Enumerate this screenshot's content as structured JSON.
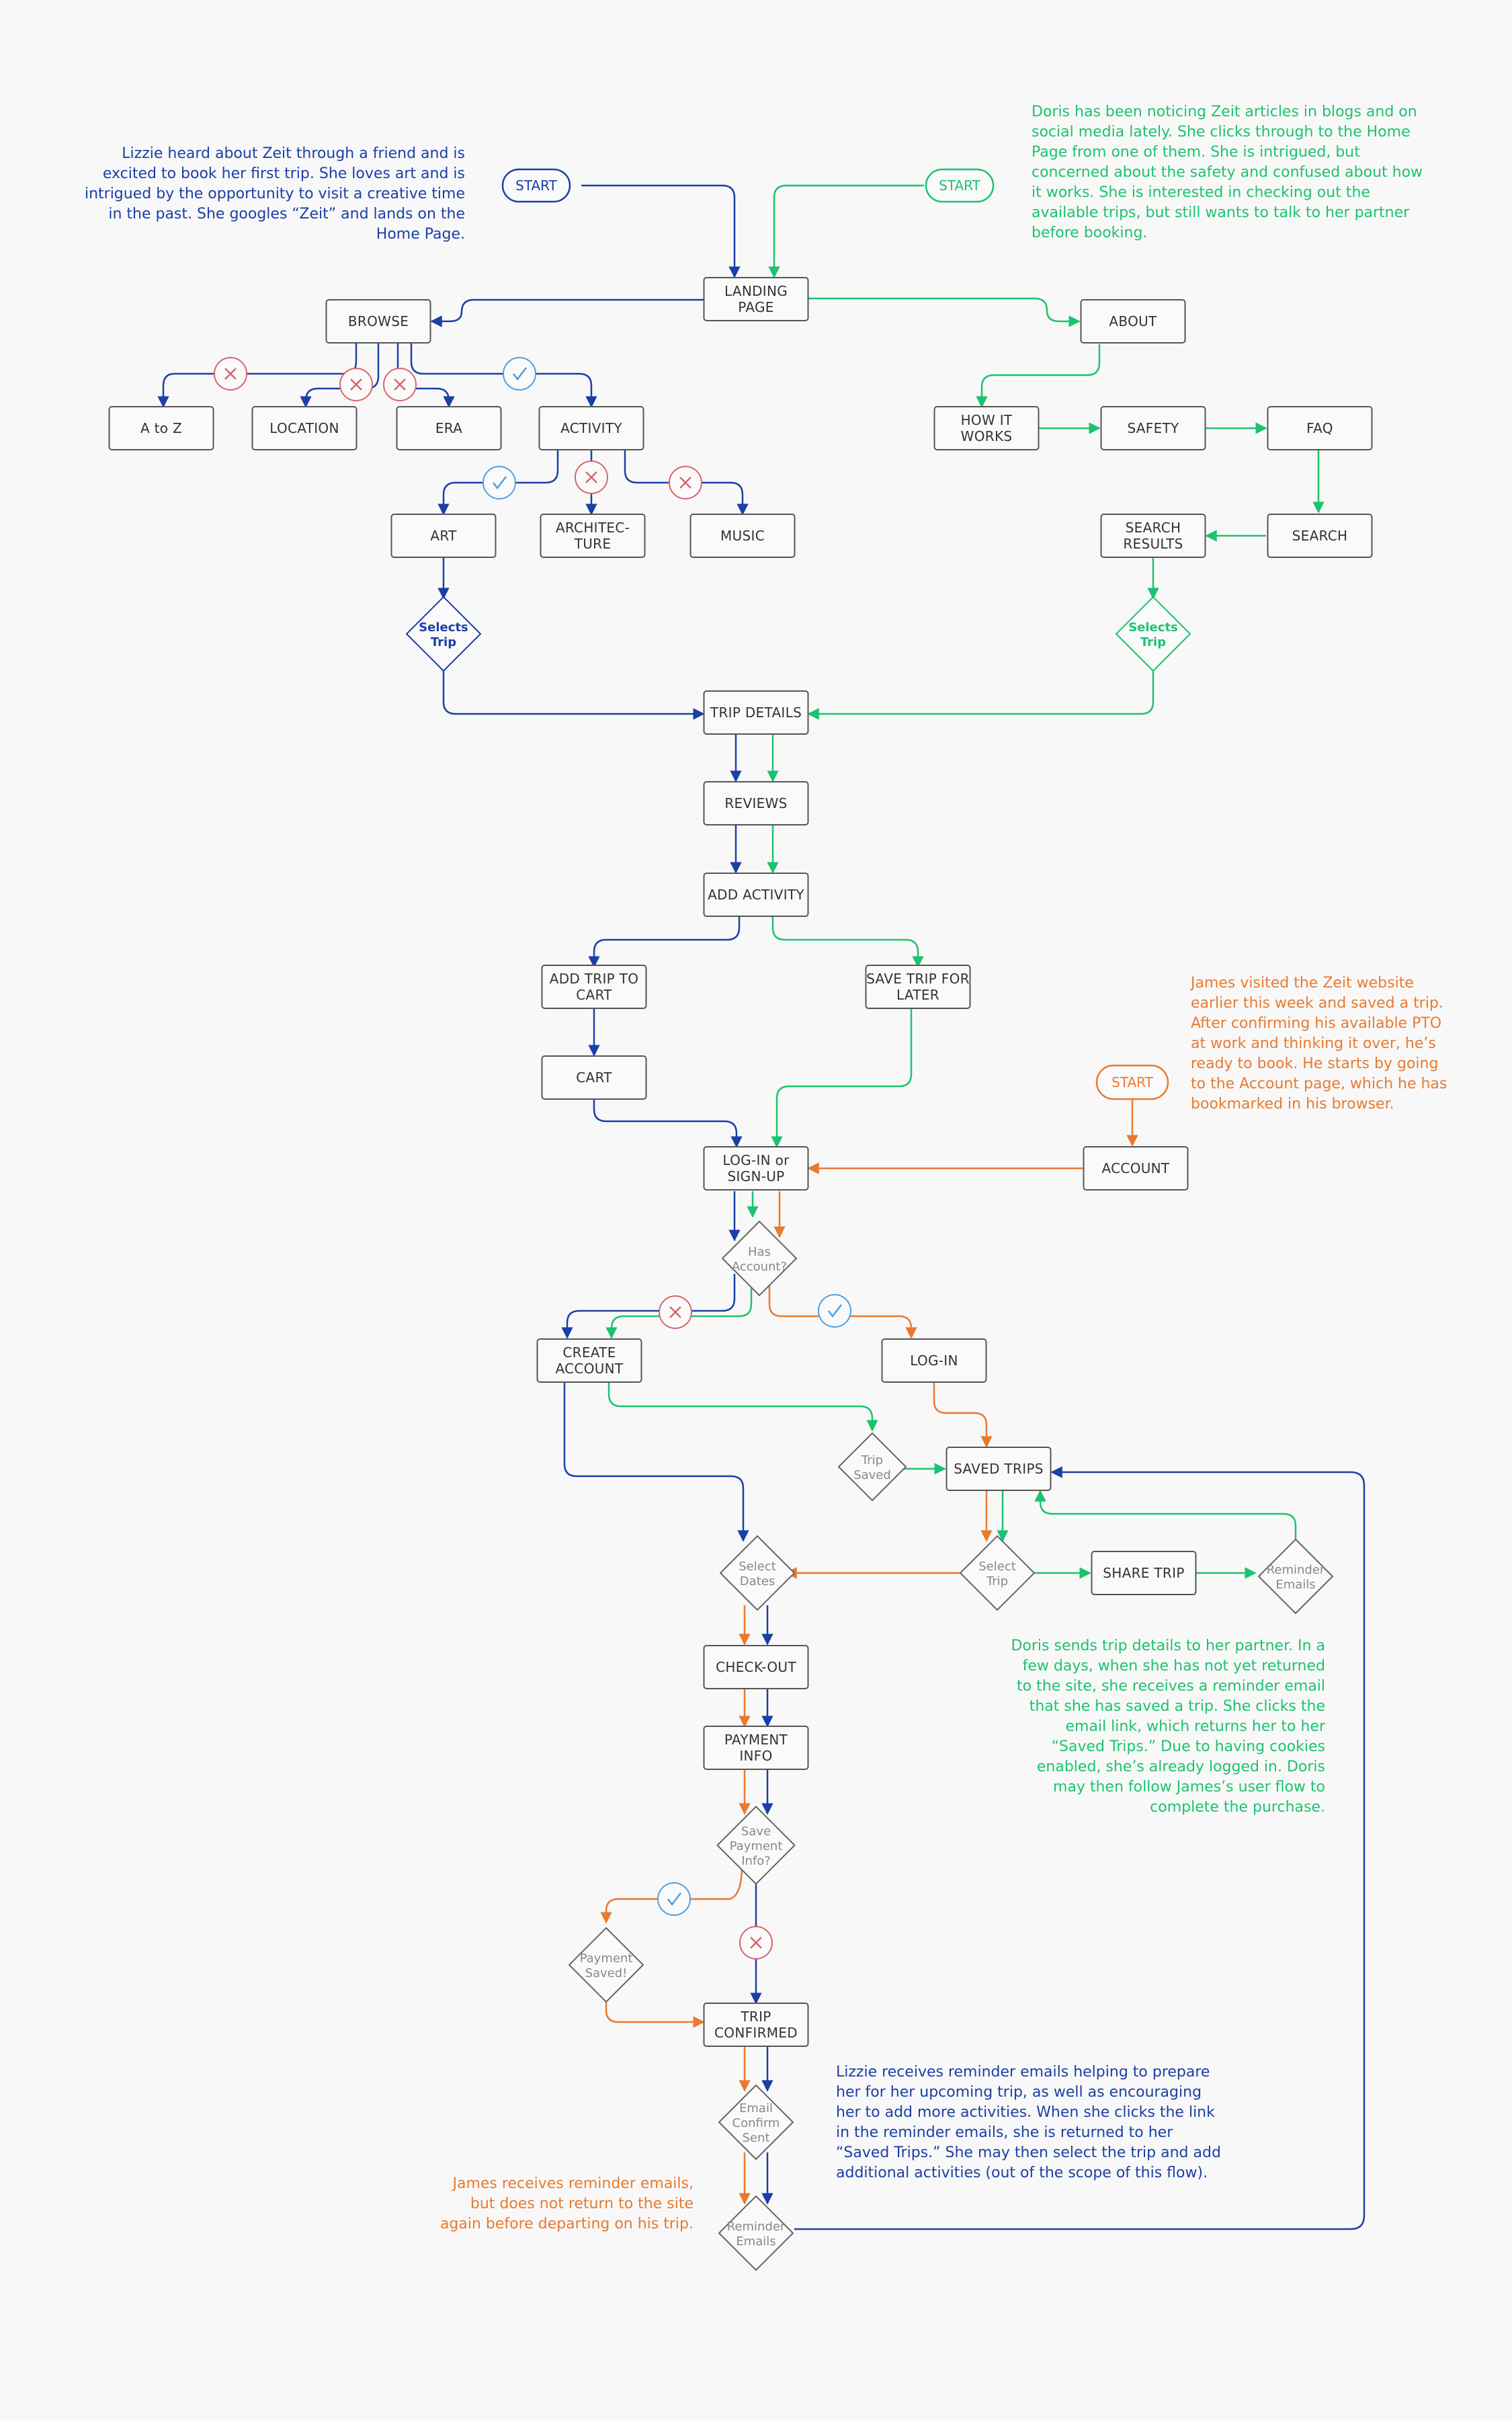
{
  "colors": {
    "lizzie": "#1b3fa6",
    "doris": "#1cc36f",
    "james": "#e87a2f",
    "check": "#4f9fe0",
    "cross": "#d9646e"
  },
  "notes": {
    "lizzie_intro": "Lizzie heard about Zeit through a friend and is excited to book her first trip. She loves art and is intrigued by the opportunity to visit a creative time in the past. She googles “Zeit” and lands on the Home Page.",
    "doris_intro": "Doris has been noticing Zeit articles in blogs and on social media lately. She clicks through to the Home Page from one of them. She is intrigued, but concerned about the safety and confused about how it works. She is interested in checking out the available trips, but still wants to talk to her partner before booking.",
    "james_intro": "James visited the Zeit website earlier this week and saved a trip. After confirming his available PTO at work and thinking it over, he’s ready to book. He starts by going to the Account page, which he has bookmarked in his browser.",
    "doris_followup": "Doris sends  trip details to her partner. In a few days, when she has not yet returned to the site, she receives a reminder email that she has saved a trip. She clicks the email link, which  returns her to her “Saved Trips.” Due to having cookies enabled, she’s already logged in. Doris may then follow James’s user flow to complete the purchase.",
    "lizzie_followup": "Lizzie receives reminder emails helping to prepare her for her upcoming trip, as well as encouraging her to add more activities. When she clicks the link in the reminder emails, she is returned to her “Saved Trips.” She may then select the trip and add additional activities (out of the scope of this flow).",
    "james_followup": "James receives reminder emails, but does not return to the site again before departing on his trip."
  },
  "nodes": {
    "start_lizzie": [
      "START"
    ],
    "start_doris": [
      "START"
    ],
    "start_james": [
      "START"
    ],
    "landing": [
      "LANDING",
      "PAGE"
    ],
    "browse": [
      "BROWSE"
    ],
    "about": [
      "ABOUT"
    ],
    "atoz": [
      "A to Z"
    ],
    "location": [
      "LOCATION"
    ],
    "era": [
      "ERA"
    ],
    "activity": [
      "ACTIVITY"
    ],
    "how": [
      "HOW IT",
      "WORKS"
    ],
    "safety": [
      "SAFETY"
    ],
    "faq": [
      "FAQ"
    ],
    "art": [
      "ART"
    ],
    "arch": [
      "ARCHITEC-",
      "TURE"
    ],
    "music": [
      "MUSIC"
    ],
    "search_results": [
      "SEARCH",
      "RESULTS"
    ],
    "search": [
      "SEARCH"
    ],
    "selects_trip_l": [
      "Selects",
      "Trip"
    ],
    "selects_trip_d": [
      "Selects",
      "Trip"
    ],
    "trip_details": [
      "TRIP DETAILS"
    ],
    "reviews": [
      "REVIEWS"
    ],
    "add_activity": [
      "ADD ACTIVITY"
    ],
    "add_to_cart": [
      "ADD TRIP TO",
      "CART"
    ],
    "save_for_later": [
      "SAVE TRIP FOR",
      "LATER"
    ],
    "cart": [
      "CART"
    ],
    "login_signup": [
      "LOG-IN or",
      "SIGN-UP"
    ],
    "account": [
      "ACCOUNT"
    ],
    "has_account": [
      "Has",
      "Account?"
    ],
    "create_account": [
      "CREATE",
      "ACCOUNT"
    ],
    "login": [
      "LOG-IN"
    ],
    "trip_saved": [
      "Trip",
      "Saved"
    ],
    "saved_trips": [
      "SAVED TRIPS"
    ],
    "select_dates": [
      "Select",
      "Dates"
    ],
    "select_trip": [
      "Select",
      "Trip"
    ],
    "share_trip": [
      "SHARE TRIP"
    ],
    "reminder_emails_d": [
      "Reminder",
      "Emails"
    ],
    "checkout": [
      "CHECK-OUT"
    ],
    "payment_info": [
      "PAYMENT",
      "INFO"
    ],
    "save_payment": [
      "Save",
      "Payment",
      "Info?"
    ],
    "payment_saved": [
      "Payment",
      "Saved!"
    ],
    "trip_confirmed": [
      "TRIP",
      "CONFIRMED"
    ],
    "email_confirm": [
      "Email",
      "Confirm",
      "Sent"
    ],
    "reminder_emails_end": [
      "Reminder",
      "Emails"
    ]
  }
}
